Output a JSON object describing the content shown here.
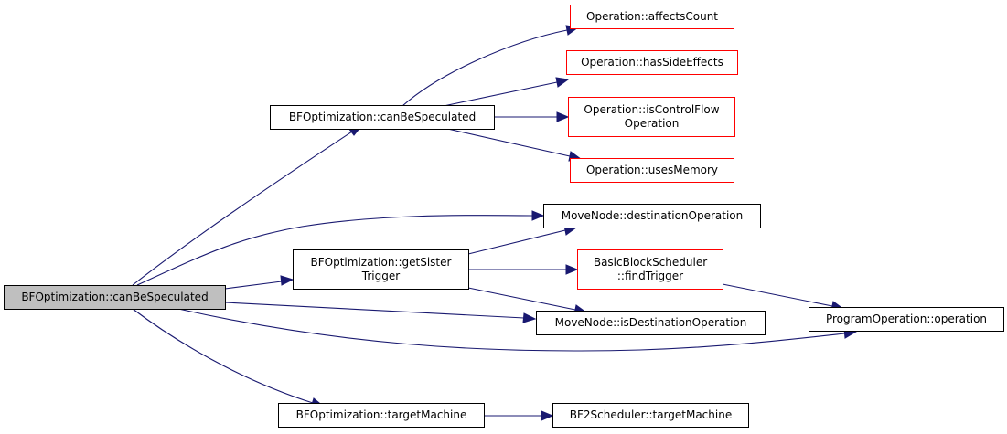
{
  "colors": {
    "edge": "#191970",
    "root_fill": "#bfbfbf",
    "external_border": "#ff0000",
    "node_border": "#000000"
  },
  "nodes": {
    "root": "BFOptimization::canBeSpeculated",
    "can_be_speculated": "BFOptimization::canBeSpeculated",
    "get_sister_trigger": "BFOptimization::getSister\nTrigger",
    "target_machine": "BFOptimization::targetMachine",
    "affects_count": "Operation::affectsCount",
    "has_side_effects": "Operation::hasSideEffects",
    "is_control_flow": "Operation::isControlFlow\nOperation",
    "uses_memory": "Operation::usesMemory",
    "destination_operation": "MoveNode::destinationOperation",
    "find_trigger": "BasicBlockScheduler\n::findTrigger",
    "is_destination_operation": "MoveNode::isDestinationOperation",
    "program_operation": "ProgramOperation::operation",
    "bf2_target_machine": "BF2Scheduler::targetMachine"
  }
}
